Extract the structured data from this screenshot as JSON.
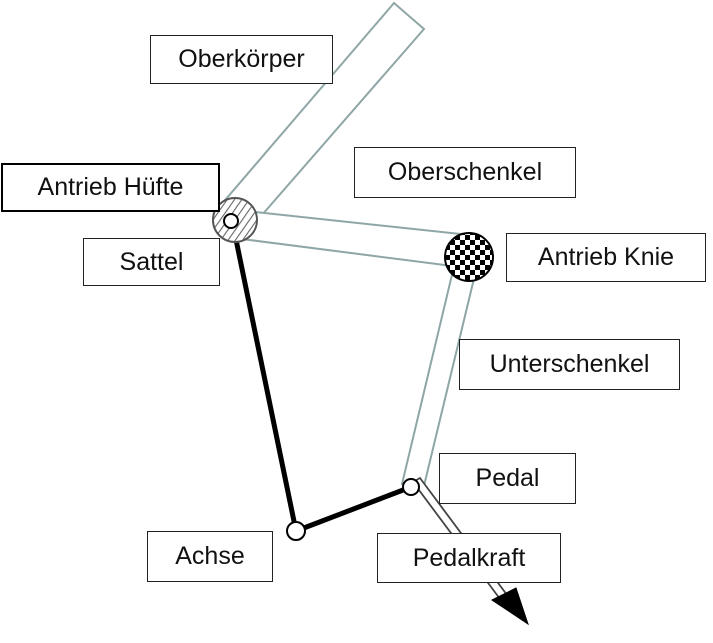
{
  "labels": {
    "oberkoerper": "Oberkörper",
    "antrieb_huefte": "Antrieb Hüfte",
    "oberschenkel": "Oberschenkel",
    "sattel": "Sattel",
    "antrieb_knie": "Antrieb Knie",
    "unterschenkel": "Unterschenkel",
    "pedal": "Pedal",
    "achse": "Achse",
    "pedalkraft": "Pedalkraft"
  },
  "colors": {
    "segment_outline": "#8fa6a6",
    "frame_line": "#000000",
    "joint_fill": "#ffffff",
    "knee_drive_pattern": "#000000"
  }
}
